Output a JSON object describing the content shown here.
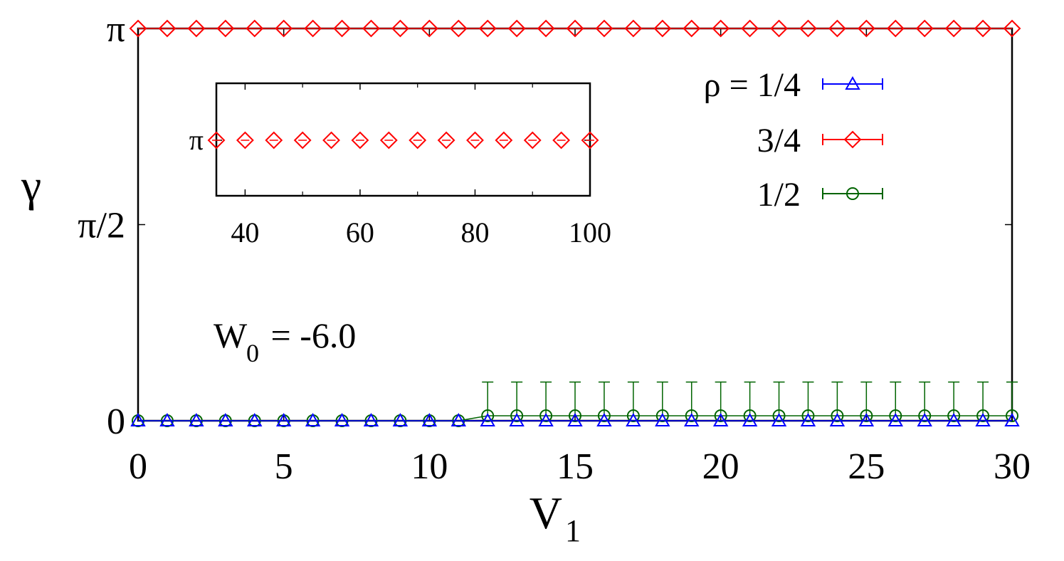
{
  "chart_data": [
    {
      "type": "scatter",
      "title": "",
      "xlabel": "V",
      "xlabel_sub": "1",
      "ylabel": "γ",
      "xlim": [
        0,
        30
      ],
      "ylim": [
        0,
        3.14159
      ],
      "x_ticks": [
        0,
        5,
        10,
        15,
        20,
        25,
        30
      ],
      "y_ticks": [
        {
          "value": 0,
          "label": "0"
        },
        {
          "value": 1.5708,
          "label": "π/2"
        },
        {
          "value": 3.14159,
          "label": "π"
        }
      ],
      "grid": false,
      "legend_position": "top-right",
      "legend_prefix": "ρ = ",
      "annotation": {
        "text": "W",
        "sub": "0",
        "rest": " = -6.0"
      },
      "series": [
        {
          "name": "1/4",
          "color": "#0000ff",
          "marker": "triangle",
          "x": [
            0,
            1,
            2,
            3,
            4,
            5,
            6,
            7,
            8,
            9,
            10,
            11,
            12,
            13,
            14,
            15,
            16,
            17,
            18,
            19,
            20,
            21,
            22,
            23,
            24,
            25,
            26,
            27,
            28,
            29,
            30
          ],
          "y": [
            0,
            0,
            0,
            0,
            0,
            0,
            0,
            0,
            0,
            0,
            0,
            0,
            0,
            0,
            0,
            0,
            0,
            0,
            0,
            0,
            0,
            0,
            0,
            0,
            0,
            0,
            0,
            0,
            0,
            0,
            0
          ],
          "err": [
            0,
            0,
            0,
            0,
            0,
            0,
            0,
            0,
            0,
            0,
            0,
            0,
            0,
            0,
            0,
            0,
            0,
            0,
            0,
            0,
            0,
            0,
            0,
            0,
            0,
            0,
            0,
            0,
            0,
            0,
            0
          ]
        },
        {
          "name": "3/4",
          "color": "#ff0000",
          "marker": "diamond",
          "x": [
            0,
            1,
            2,
            3,
            4,
            5,
            6,
            7,
            8,
            9,
            10,
            11,
            12,
            13,
            14,
            15,
            16,
            17,
            18,
            19,
            20,
            21,
            22,
            23,
            24,
            25,
            26,
            27,
            28,
            29,
            30
          ],
          "y": [
            3.14159,
            3.14159,
            3.14159,
            3.14159,
            3.14159,
            3.14159,
            3.14159,
            3.14159,
            3.14159,
            3.14159,
            3.14159,
            3.14159,
            3.14159,
            3.14159,
            3.14159,
            3.14159,
            3.14159,
            3.14159,
            3.14159,
            3.14159,
            3.14159,
            3.14159,
            3.14159,
            3.14159,
            3.14159,
            3.14159,
            3.14159,
            3.14159,
            3.14159,
            3.14159,
            3.14159
          ],
          "err": [
            0,
            0,
            0,
            0,
            0,
            0,
            0,
            0,
            0,
            0,
            0,
            0,
            0,
            0,
            0,
            0,
            0,
            0,
            0,
            0,
            0,
            0,
            0,
            0,
            0,
            0,
            0,
            0,
            0,
            0,
            0
          ]
        },
        {
          "name": "1/2",
          "color": "#006400",
          "marker": "circle",
          "x": [
            0,
            1,
            2,
            3,
            4,
            5,
            6,
            7,
            8,
            9,
            10,
            11,
            12,
            13,
            14,
            15,
            16,
            17,
            18,
            19,
            20,
            21,
            22,
            23,
            24,
            25,
            26,
            27,
            28,
            29,
            30
          ],
          "y": [
            0,
            0,
            0,
            0,
            0,
            0,
            0,
            0,
            0,
            0,
            0,
            0,
            0.04,
            0.04,
            0.04,
            0.04,
            0.04,
            0.04,
            0.04,
            0.04,
            0.04,
            0.04,
            0.04,
            0.04,
            0.04,
            0.04,
            0.04,
            0.04,
            0.04,
            0.04,
            0.04
          ],
          "err": [
            0,
            0,
            0,
            0,
            0,
            0,
            0,
            0,
            0,
            0,
            0,
            0,
            0.27,
            0.27,
            0.27,
            0.27,
            0.27,
            0.27,
            0.27,
            0.27,
            0.27,
            0.27,
            0.27,
            0.27,
            0.27,
            0.27,
            0.27,
            0.27,
            0.27,
            0.27,
            0.27
          ]
        }
      ]
    },
    {
      "type": "scatter",
      "title": "inset",
      "xlim": [
        35,
        100
      ],
      "x_ticks": [
        40,
        60,
        80,
        100
      ],
      "y_ticks": [
        {
          "value": 3.14159,
          "label": "π"
        }
      ],
      "series": [
        {
          "name": "3/4",
          "color": "#ff0000",
          "marker": "diamond",
          "x": [
            35,
            40,
            45,
            50,
            55,
            60,
            65,
            70,
            75,
            80,
            85,
            90,
            95,
            100
          ],
          "y": [
            3.14159,
            3.14159,
            3.14159,
            3.14159,
            3.14159,
            3.14159,
            3.14159,
            3.14159,
            3.14159,
            3.14159,
            3.14159,
            3.14159,
            3.14159,
            3.14159
          ],
          "err": [
            0,
            0,
            0,
            0,
            0,
            0,
            0,
            0,
            0,
            0,
            0,
            0,
            0,
            0
          ]
        }
      ]
    }
  ]
}
